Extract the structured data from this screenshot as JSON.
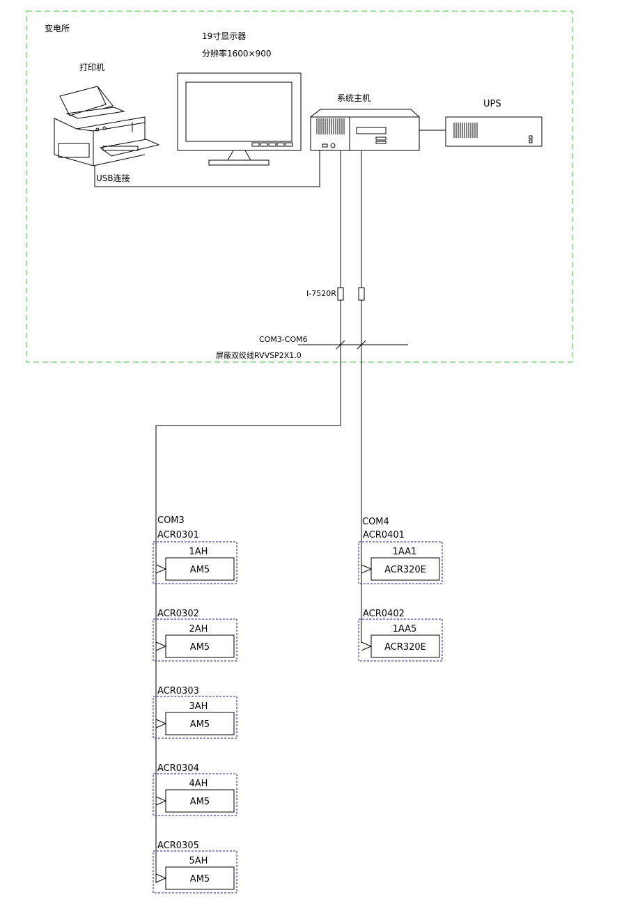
{
  "substation": {
    "label": "变电所"
  },
  "monitor": {
    "title": "19寸显示器",
    "resolution": "分辨率1600×900"
  },
  "printer": {
    "label": "打印机"
  },
  "usb": {
    "label": "USB连接"
  },
  "host": {
    "label": "系统主机"
  },
  "ups": {
    "label": "UPS"
  },
  "converter": {
    "label": "I-7520R"
  },
  "bus": {
    "ports_label": "COM3-COM6",
    "cable_label": "屏蔽双绞线RVVSP2X1.0"
  },
  "com3": {
    "label": "COM3",
    "devices": [
      {
        "addr": "ACR0301",
        "cabinet": "1AH",
        "model": "AM5"
      },
      {
        "addr": "ACR0302",
        "cabinet": "2AH",
        "model": "AM5"
      },
      {
        "addr": "ACR0303",
        "cabinet": "3AH",
        "model": "AM5"
      },
      {
        "addr": "ACR0304",
        "cabinet": "4AH",
        "model": "AM5"
      },
      {
        "addr": "ACR0305",
        "cabinet": "5AH",
        "model": "AM5"
      }
    ]
  },
  "com4": {
    "label": "COM4",
    "devices": [
      {
        "addr": "ACR0401",
        "cabinet": "1AA1",
        "model": "ACR320E"
      },
      {
        "addr": "ACR0402",
        "cabinet": "1AA5",
        "model": "ACR320E"
      }
    ]
  },
  "colors": {
    "boundary": "#33cc33",
    "device_frame": "#1a1aaa",
    "line": "#000000"
  }
}
